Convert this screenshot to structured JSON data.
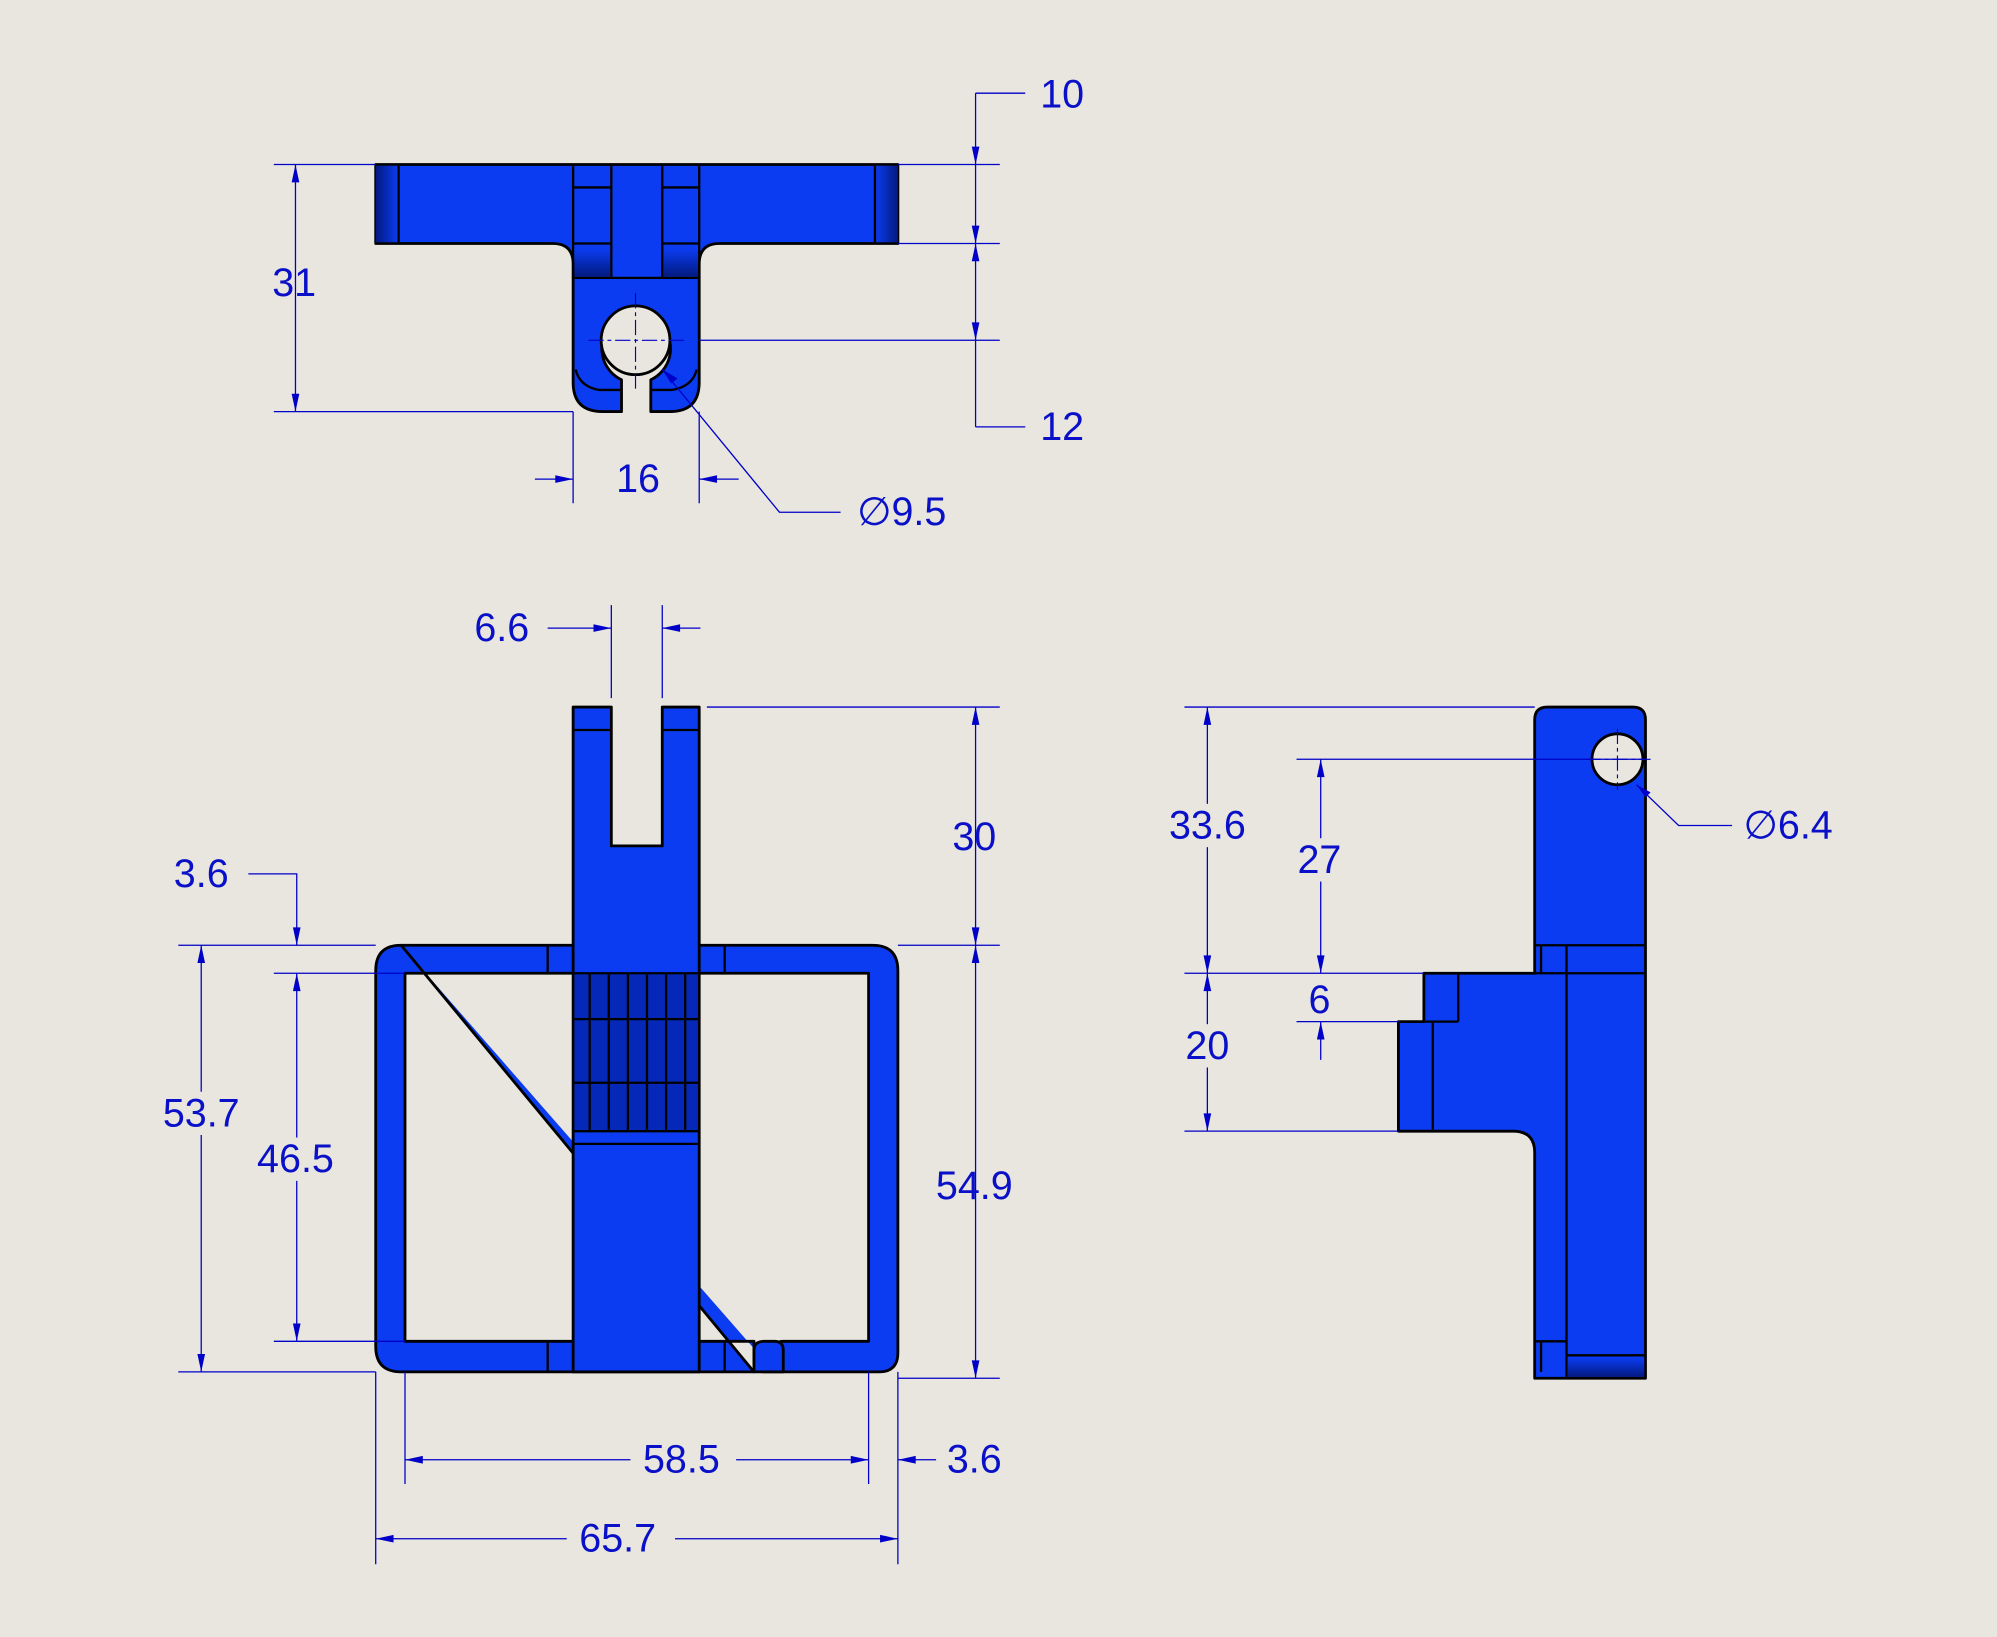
{
  "colors": {
    "background": "#e8e6de",
    "part": "#0b3cf2",
    "dimension": "#0000c8"
  },
  "views": {
    "top": {
      "dims": {
        "height_total": "31",
        "top_thickness": "10",
        "hole_offset": "12",
        "stem_width": "16",
        "hole_diameter": "∅9.5"
      }
    },
    "front": {
      "dims": {
        "slot_width": "6.6",
        "stem_height": "30",
        "wall_top": "3.6",
        "outer_height": "53.7",
        "inner_height": "46.5",
        "total_height": "54.9",
        "inner_width": "58.5",
        "wall_side": "3.6",
        "outer_width": "65.7"
      }
    },
    "side": {
      "dims": {
        "hole_height": "33.6",
        "hole_to_step": "27",
        "step": "6",
        "block_height": "20",
        "hole_diameter": "∅6.4"
      }
    }
  }
}
